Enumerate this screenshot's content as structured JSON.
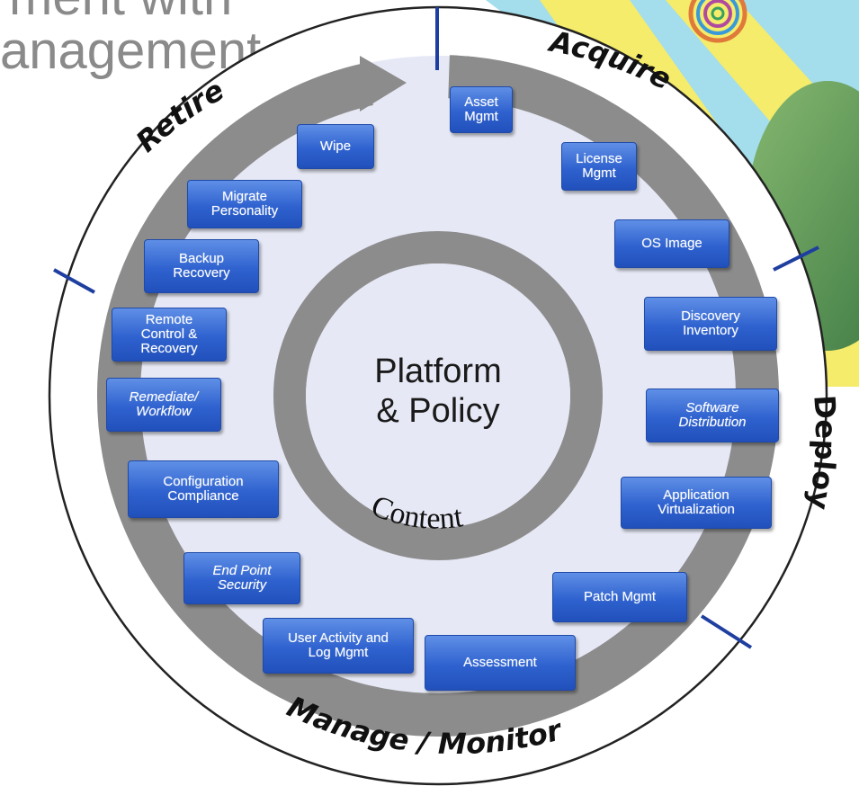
{
  "slide_title": {
    "line1": "ment with",
    "line2": "anagement"
  },
  "diagram": {
    "center": {
      "line1": "Platform",
      "line2": "& Policy",
      "content_label": "Content"
    },
    "phases": {
      "acquire": "Acquire",
      "deploy": "Deploy",
      "manage_monitor": "Manage / Monitor",
      "retire": "Retire"
    },
    "nodes": {
      "asset_mgmt": "Asset\nMgmt",
      "license_mgmt": "License\nMgmt",
      "os_image": "OS Image",
      "discovery_inventory": "Discovery\nInventory",
      "software_distribution": "Software\nDistribution",
      "application_virtualization": "Application\nVirtualization",
      "patch_mgmt": "Patch Mgmt",
      "assessment": "Assessment",
      "user_activity_log_mgmt": "User Activity and\nLog Mgmt",
      "end_point_security": "End Point\nSecurity",
      "configuration_compliance": "Configuration\nCompliance",
      "remediate_workflow": "Remediate/\nWorkflow",
      "remote_control_recovery": "Remote\nControl &\nRecovery",
      "backup_recovery": "Backup\nRecovery",
      "migrate_personality": "Migrate\nPersonality",
      "wipe": "Wipe"
    },
    "colors": {
      "node_blue": "#2f62cf",
      "ring_gray": "#8c8c8c",
      "inner_disc": "#e6e8f5",
      "divider_blue": "#1f3fa0",
      "deco_yellow": "#f4ec6a",
      "deco_cyan": "#9ad9ea",
      "deco_green": "#6fa05f"
    }
  }
}
